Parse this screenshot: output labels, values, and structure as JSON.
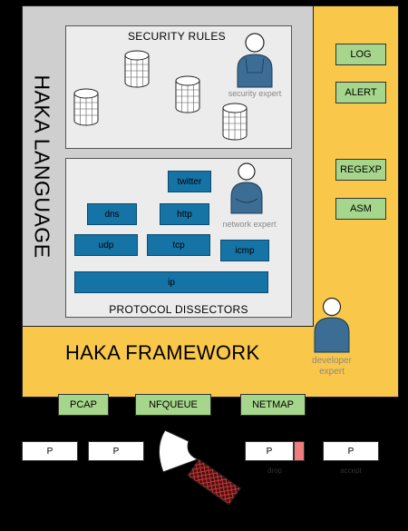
{
  "language_title": "HAKA LANGUAGE",
  "framework_title": "HAKA FRAMEWORK",
  "security": {
    "title": "SECURITY RULES",
    "expert_label": "security expert"
  },
  "dissectors": {
    "title": "PROTOCOL DISSECTORS",
    "expert_label": "network expert",
    "boxes": {
      "twitter": "twitter",
      "dns": "dns",
      "http": "http",
      "udp": "udp",
      "tcp": "tcp",
      "icmp": "icmp",
      "ip": "ip"
    }
  },
  "modules": {
    "log": "LOG",
    "alert": "ALERT",
    "regexp": "REGEXP",
    "asm": "ASM"
  },
  "developer_label": "developer\nexpert",
  "capture": {
    "pcap": "PCAP",
    "nfqueue": "NFQUEUE",
    "netmap": "NETMAP"
  },
  "packets": {
    "p1": "P",
    "p2": "P",
    "p3": "P",
    "p4": "P",
    "label_drop": "drop",
    "label_accept": "accept"
  },
  "colors": {
    "framework": "#f9c84b",
    "language": "#cfcfcf",
    "dissector": "#1573a6",
    "module": "#a6d68b",
    "person": "#3c6d94",
    "drop_marker": "#f07c7c",
    "reject_grid": "#d23c3c"
  }
}
